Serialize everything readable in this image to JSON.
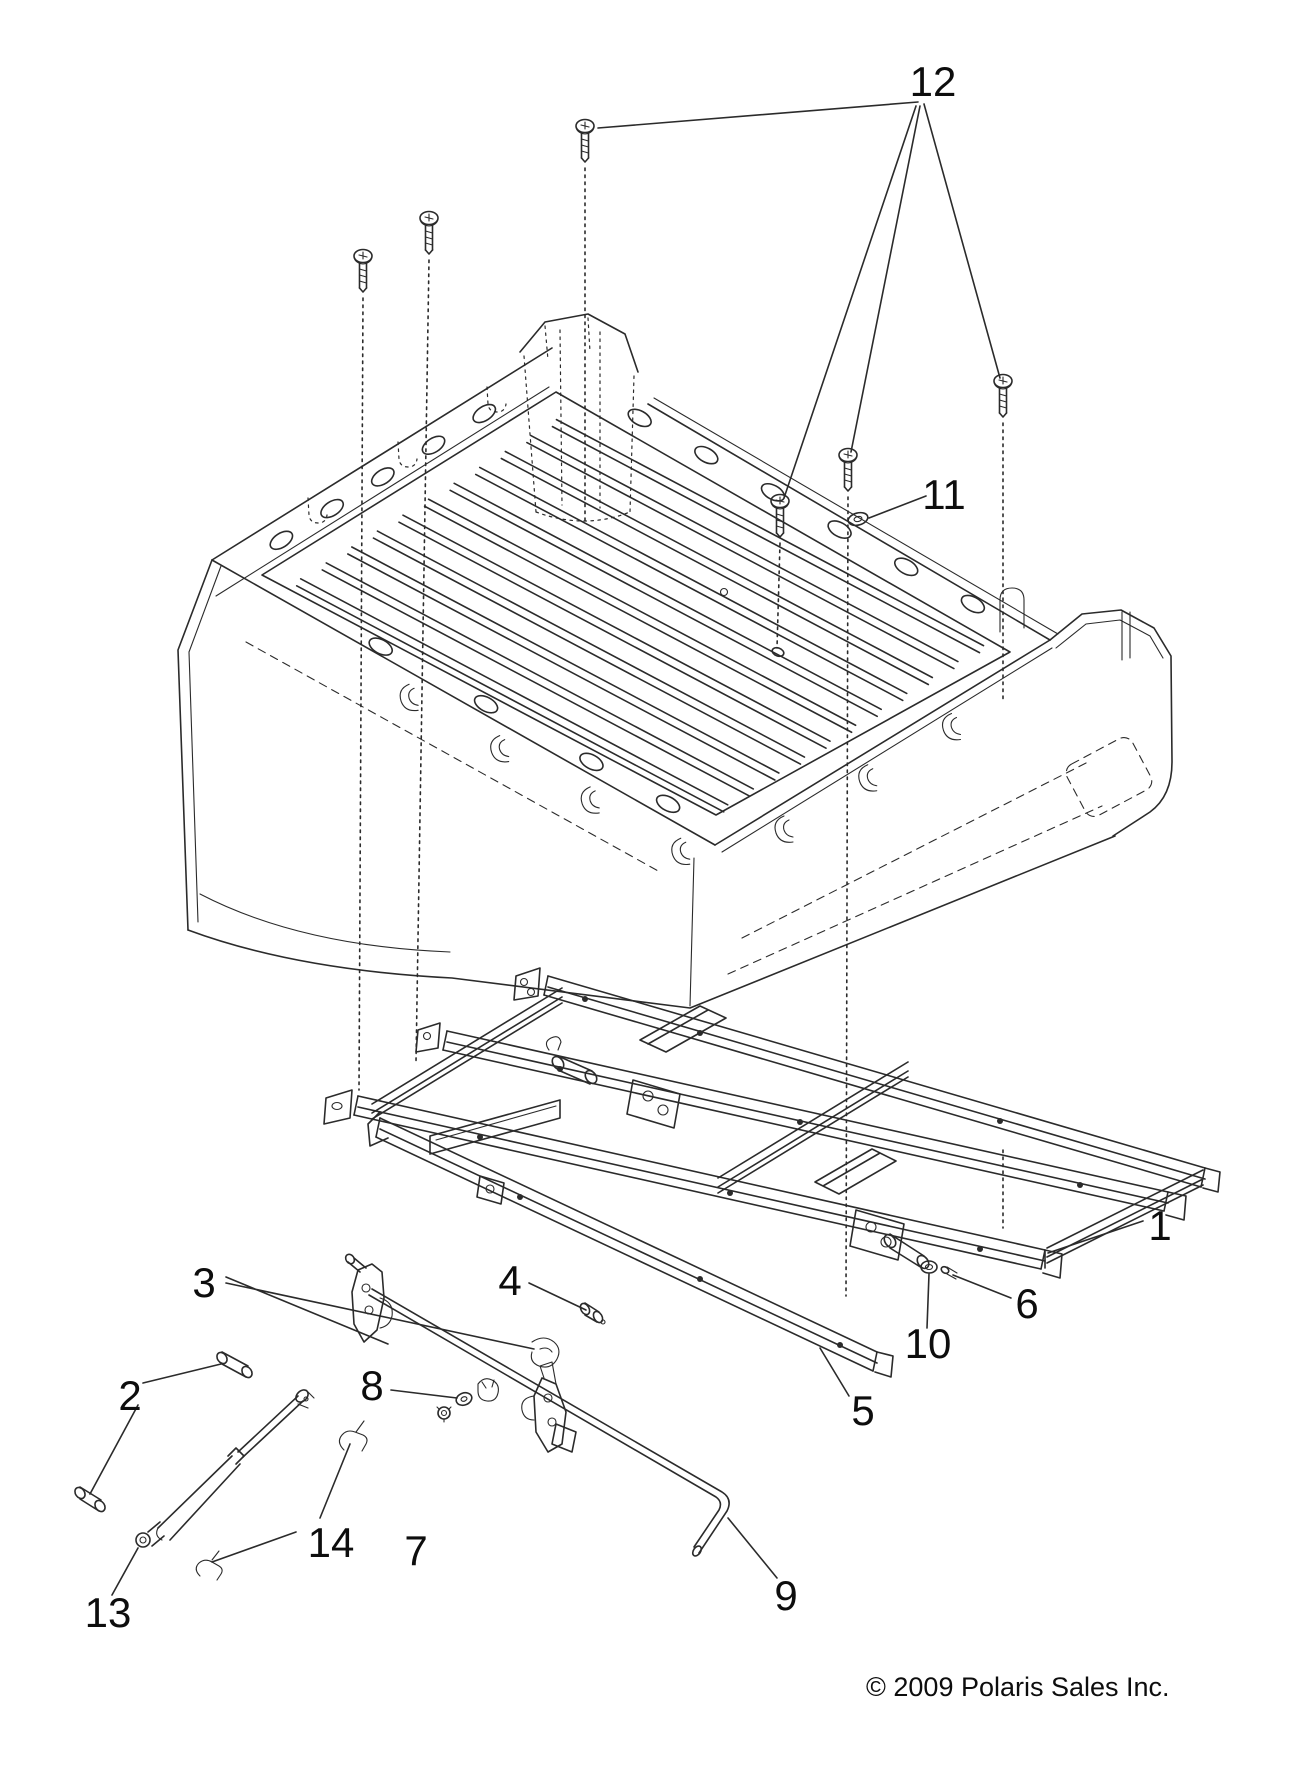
{
  "callouts": {
    "c1": "1",
    "c2": "2",
    "c3": "3",
    "c4": "4",
    "c5": "5",
    "c6": "6",
    "c7": "7",
    "c8": "8",
    "c9": "9",
    "c10": "10",
    "c11": "11",
    "c12": "12",
    "c13": "13",
    "c14": "14"
  },
  "copyright": "© 2009 Polaris Sales Inc.",
  "colors": {
    "background": "#ffffff",
    "line": "#2b2b2b",
    "text": "#0d0d0d"
  }
}
